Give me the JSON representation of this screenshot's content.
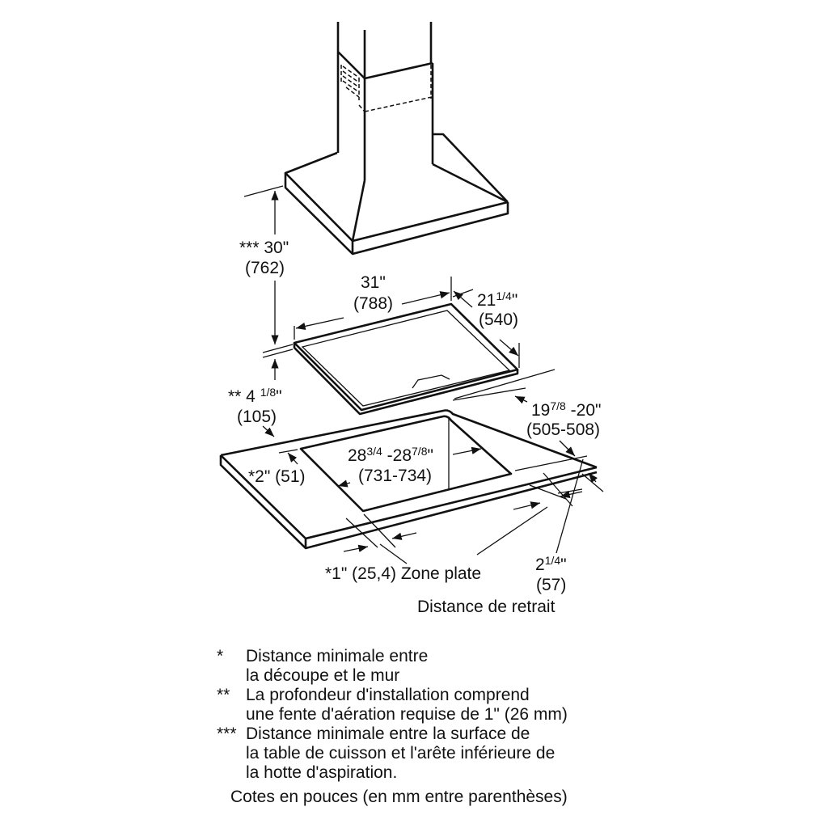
{
  "dimensions": {
    "hood_height": {
      "prefix": "*** 30\"",
      "mm": "(762)"
    },
    "width": {
      "inch": "31\"",
      "mm": "(788)"
    },
    "depth": {
      "whole": "21",
      "fraction": "1/4",
      "suffix": "\"",
      "mm": "(540)"
    },
    "install_depth": {
      "prefix": "** 4 ",
      "fraction": "1/8",
      "suffix": "\"",
      "mm": "(105)"
    },
    "cutout_depth": {
      "whole": "19",
      "fraction": "7/8",
      "suffix": " -20\"",
      "mm": "(505-508)"
    },
    "cutout_width": {
      "whole1": "28",
      "fraction1": "3/4",
      "mid": " -28",
      "fraction2": "7/8",
      "suffix": "\"",
      "mm": "(731-734)"
    },
    "side_clearance": "*2\" (51)",
    "front_clearance": "*1\" (25,4) Zone plate",
    "setback": {
      "whole": "2",
      "fraction": "1/4",
      "suffix": "\"",
      "mm": "(57)",
      "label": "Distance de retrait"
    }
  },
  "notes": [
    {
      "mark": "*",
      "lines": [
        "Distance minimale entre",
        "la découpe et le mur"
      ]
    },
    {
      "mark": "**",
      "lines": [
        "La profondeur d'installation comprend",
        "une fente d'aération requise de 1\" (26 mm)"
      ]
    },
    {
      "mark": "***",
      "lines": [
        "Distance minimale entre la surface de",
        "la table de cuisson et l'arête inférieure de",
        "la hotte d'aspiration."
      ]
    }
  ],
  "units_note": "Cotes en pouces (en mm entre parenthèses)"
}
